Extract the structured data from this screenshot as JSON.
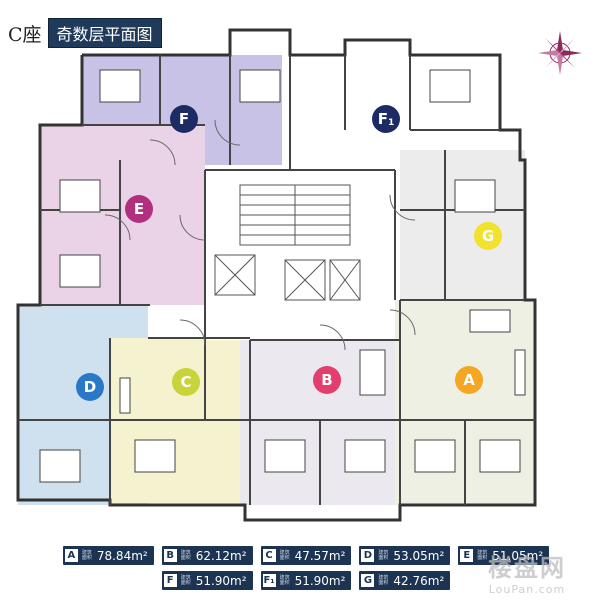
{
  "header": {
    "building": "C座",
    "title": "奇数层平面图"
  },
  "units": [
    {
      "id": "A",
      "label": "A",
      "color": "#f5a623"
    },
    {
      "id": "B",
      "label": "B",
      "color": "#e23f6e"
    },
    {
      "id": "C",
      "label": "C",
      "color": "#c9d33a"
    },
    {
      "id": "D",
      "label": "D",
      "color": "#2a78c8"
    },
    {
      "id": "E",
      "label": "E",
      "color": "#b0307f"
    },
    {
      "id": "F",
      "label": "F",
      "color": "#1c2b63"
    },
    {
      "id": "F1",
      "label": "F",
      "sub": "1",
      "color": "#1c2b63"
    },
    {
      "id": "G",
      "label": "G",
      "color": "#f2e22e"
    }
  ],
  "legend": [
    {
      "letter": "A",
      "area": "78.84m²"
    },
    {
      "letter": "B",
      "area": "62.12m²"
    },
    {
      "letter": "C",
      "area": "47.57m²"
    },
    {
      "letter": "D",
      "area": "53.05m²"
    },
    {
      "letter": "E",
      "area": "51.05m²"
    },
    {
      "letter": "F",
      "area": "51.90m²"
    },
    {
      "letter": "F₁",
      "area": "51.90m²"
    },
    {
      "letter": "G",
      "area": "42.76m²"
    }
  ],
  "legend_caption": "建筑面积",
  "watermark": {
    "main": "楼盘网",
    "sub": "LouPan.com"
  },
  "colors": {
    "title_bg": "#1f3a5a",
    "zone_F": "#c8c2e6",
    "zone_E": "#ead3e6",
    "zone_D": "#cfe0ef",
    "zone_C": "#f4f2cf",
    "zone_B": "#ece8ef",
    "zone_A": "#eef0e3",
    "zone_G": "#ececec"
  }
}
